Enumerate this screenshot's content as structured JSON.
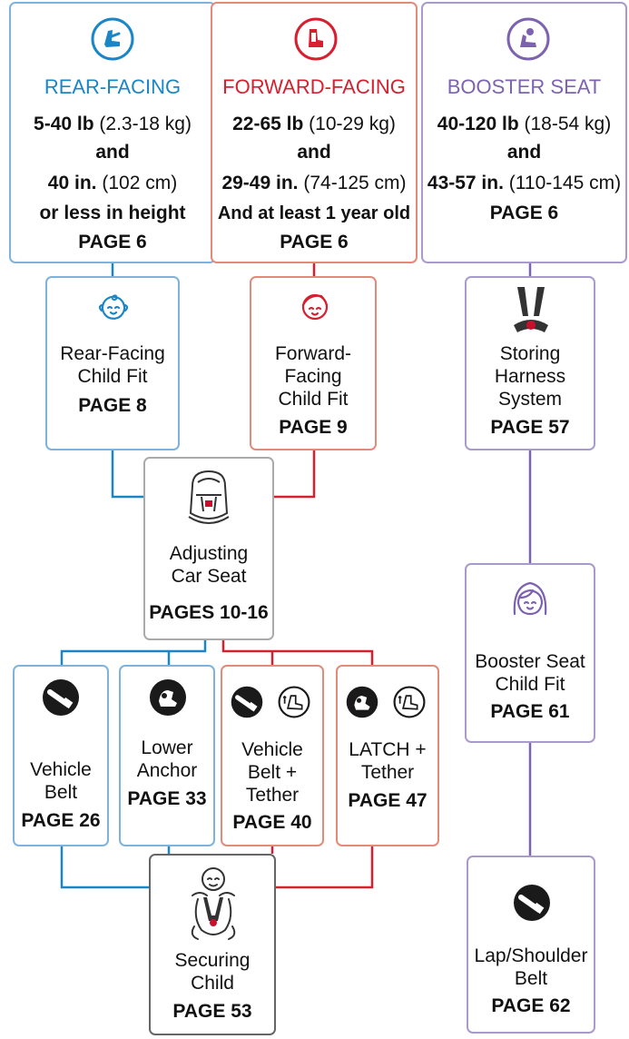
{
  "categories": {
    "rear": {
      "title": "REAR-FACING",
      "weight": "5-40 lb",
      "weight_metric": "(2.3-18 kg)",
      "and": "and",
      "height": "40 in.",
      "height_metric": "(102 cm)",
      "extra": "or less in height",
      "page": "PAGE 6"
    },
    "forward": {
      "title": "FORWARD-FACING",
      "weight": "22-65 lb",
      "weight_metric": "(10-29 kg)",
      "and": "and",
      "height": "29-49 in.",
      "height_metric": "(74-125 cm)",
      "extra": "And at least 1 year old",
      "page": "PAGE 6"
    },
    "booster": {
      "title": "BOOSTER SEAT",
      "weight": "40-120 lb",
      "weight_metric": "(18-54 kg)",
      "and": "and",
      "height": "43-57 in.",
      "height_metric": "(110-145 cm)",
      "page": "PAGE 6"
    }
  },
  "steps": {
    "rear_fit": {
      "lines": [
        "Rear-Facing",
        "Child Fit"
      ],
      "page": "PAGE 8"
    },
    "forward_fit": {
      "lines": [
        "Forward-",
        "Facing",
        "Child Fit"
      ],
      "page": "PAGE 9"
    },
    "storing": {
      "lines": [
        "Storing",
        "Harness",
        "System"
      ],
      "page": "PAGE 57"
    },
    "adjusting": {
      "lines": [
        "Adjusting",
        "Car Seat"
      ],
      "page": "PAGES 10-16"
    },
    "booster_fit": {
      "lines": [
        "Booster Seat",
        "Child Fit"
      ],
      "page": "PAGE 61"
    },
    "vehicle_belt": {
      "lines": [
        "Vehicle",
        "Belt"
      ],
      "page": "PAGE 26"
    },
    "lower_anchor": {
      "lines": [
        "Lower",
        "Anchor"
      ],
      "page": "PAGE 33"
    },
    "belt_tether": {
      "lines": [
        "Vehicle",
        "Belt +",
        "Tether"
      ],
      "page": "PAGE 40"
    },
    "latch_tether": {
      "lines": [
        "LATCH +",
        "Tether"
      ],
      "page": "PAGE 47"
    },
    "securing": {
      "lines": [
        "Securing",
        "Child"
      ],
      "page": "PAGE 53"
    },
    "lap_shoulder": {
      "lines": [
        "Lap/Shoulder",
        "Belt"
      ],
      "page": "PAGE 62"
    }
  },
  "colors": {
    "rear": "#1a86c7",
    "forward": "#d6202f",
    "booster": "#7d62b0",
    "neutral": "#888888"
  },
  "icons": {
    "rear": "rear-facing-seat-icon",
    "forward": "forward-facing-seat-icon",
    "booster": "booster-seat-icon",
    "baby": "baby-face-icon",
    "child": "child-face-icon",
    "harness": "harness-icon",
    "car_seat": "car-seat-icon",
    "girl": "girl-face-icon",
    "seatbelt": "seatbelt-icon",
    "lower_anchor": "lower-anchor-icon",
    "tether": "tether-icon",
    "securing": "secured-child-icon"
  }
}
